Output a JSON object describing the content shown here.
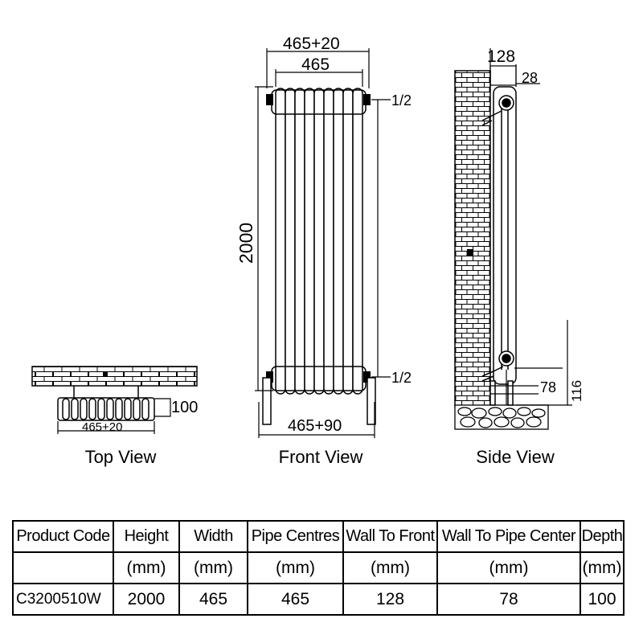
{
  "views": {
    "top": {
      "title": "Top View",
      "dim_width": "465+20",
      "dim_depth": "100"
    },
    "front": {
      "title": "Front View",
      "dim_outer": "465+20",
      "dim_inner": "465",
      "dim_height": "2000",
      "dim_feet": "465+90",
      "pipe_top": "1/2",
      "pipe_bottom": "1/2"
    },
    "side": {
      "title": "Side View",
      "dim_wall_front": "128",
      "dim_offset": "28",
      "dim_pipe_center": "78",
      "dim_pipe_height": "116"
    }
  },
  "table": {
    "headers": [
      "Product Code",
      "Height",
      "Width",
      "Pipe Centres",
      "Wall To Front",
      "Wall To Pipe Center",
      "Depth"
    ],
    "units": [
      "",
      "(mm)",
      "(mm)",
      "(mm)",
      "(mm)",
      "(mm)",
      "(mm)"
    ],
    "rows": [
      [
        "C3200510W",
        "2000",
        "465",
        "465",
        "128",
        "78",
        "100"
      ]
    ]
  }
}
